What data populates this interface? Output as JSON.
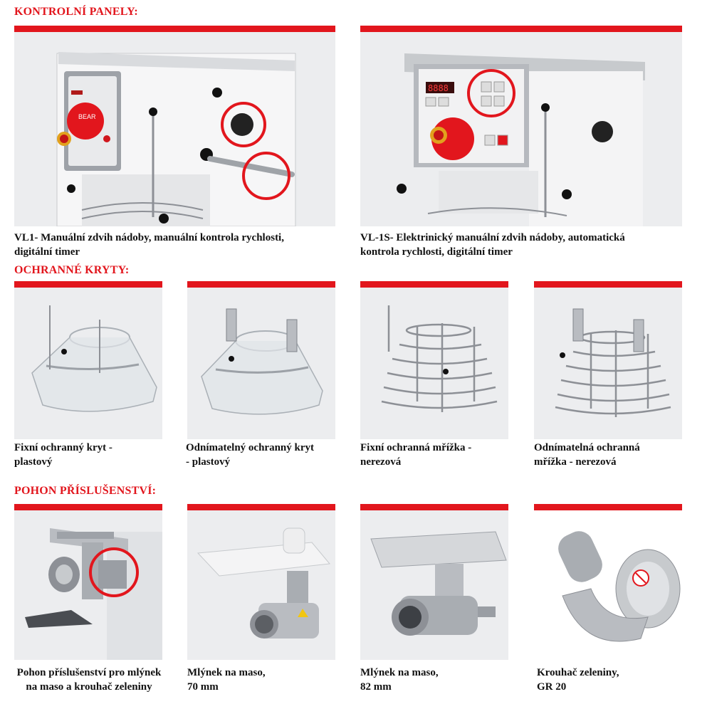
{
  "sections": {
    "control_panels": "KONTROLNÍ PANELY:",
    "guards": "OCHRANNÉ KRYTY:",
    "drive": "POHON PŘÍSLUŠENSTVÍ:"
  },
  "panels": {
    "vl1": {
      "line1": "VL1- Manuální zdvih nádoby, manuální kontrola rychlosti,",
      "line2": "digitální timer"
    },
    "vl1s": {
      "line1": "VL-1S- Elektrinický manuální zdvih nádoby, automatická",
      "line2": "kontrola rychlosti, digitální timer"
    },
    "display_text": "8888",
    "brand": "BEAR"
  },
  "guards": [
    {
      "line1": "Fixní ochranný kryt -",
      "line2": "plastový"
    },
    {
      "line1": "Odnímatelný ochranný kryt",
      "line2": "- plastový"
    },
    {
      "line1": "Fixní ochranná mřížka -",
      "line2": "nerezová"
    },
    {
      "line1": "Odnímatelná ochranná",
      "line2": "mřížka - nerezová"
    }
  ],
  "accessories": [
    {
      "line1": "Pohon příslušenství pro mlýnek",
      "line2": "na maso a krouhač zeleniny"
    },
    {
      "line1": "Mlýnek na maso,",
      "line2": "70 mm"
    },
    {
      "line1": "Mlýnek na maso,",
      "line2": "82 mm"
    },
    {
      "line1": "Krouhač zeleniny,",
      "line2": "GR 20"
    }
  ],
  "colors": {
    "accent": "#e2161d",
    "panel_bg": "#ecedef",
    "steel": "#b9bcc1"
  }
}
